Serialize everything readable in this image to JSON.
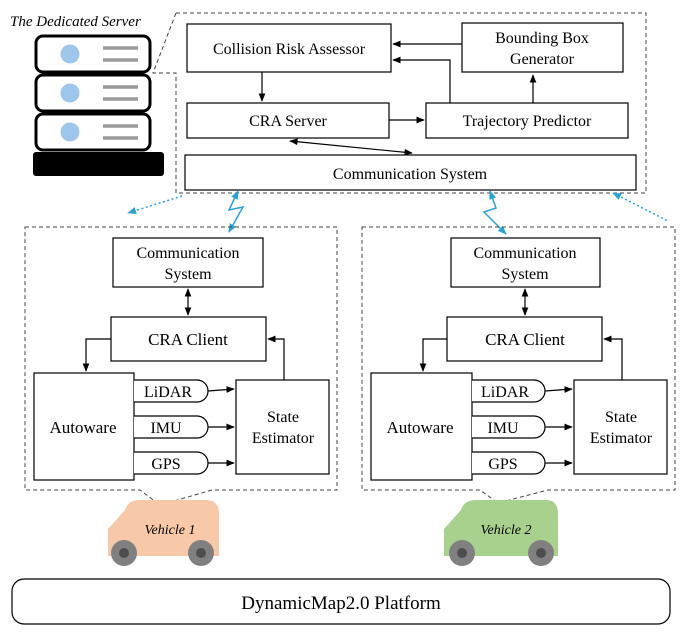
{
  "server": {
    "title": "The Dedicated Server",
    "collision_risk_assessor": "Collision Risk Assessor",
    "bounding_box_line1": "Bounding Box",
    "bounding_box_line2": "Generator",
    "cra_server": "CRA Server",
    "trajectory_predictor": "Trajectory Predictor",
    "communication_system": "Communication System"
  },
  "vehicles": [
    {
      "name": "Vehicle 1",
      "body_color": "#f7c9a9",
      "comm_line1": "Communication",
      "comm_line2": "System",
      "cra_client": "CRA Client",
      "autoware": "Autoware",
      "sensors": [
        "LiDAR",
        "IMU",
        "GPS"
      ],
      "state_line1": "State",
      "state_line2": "Estimator"
    },
    {
      "name": "Vehicle 2",
      "body_color": "#a9d18e",
      "comm_line1": "Communication",
      "comm_line2": "System",
      "cra_client": "CRA Client",
      "autoware": "Autoware",
      "sensors": [
        "LiDAR",
        "IMU",
        "GPS"
      ],
      "state_line1": "State",
      "state_line2": "Estimator"
    }
  ],
  "platform": "DynamicMap2.0 Platform",
  "colors": {
    "link_accent": "#29a3d6",
    "server_light": "#9ec5eb",
    "wheel": "#808080"
  }
}
